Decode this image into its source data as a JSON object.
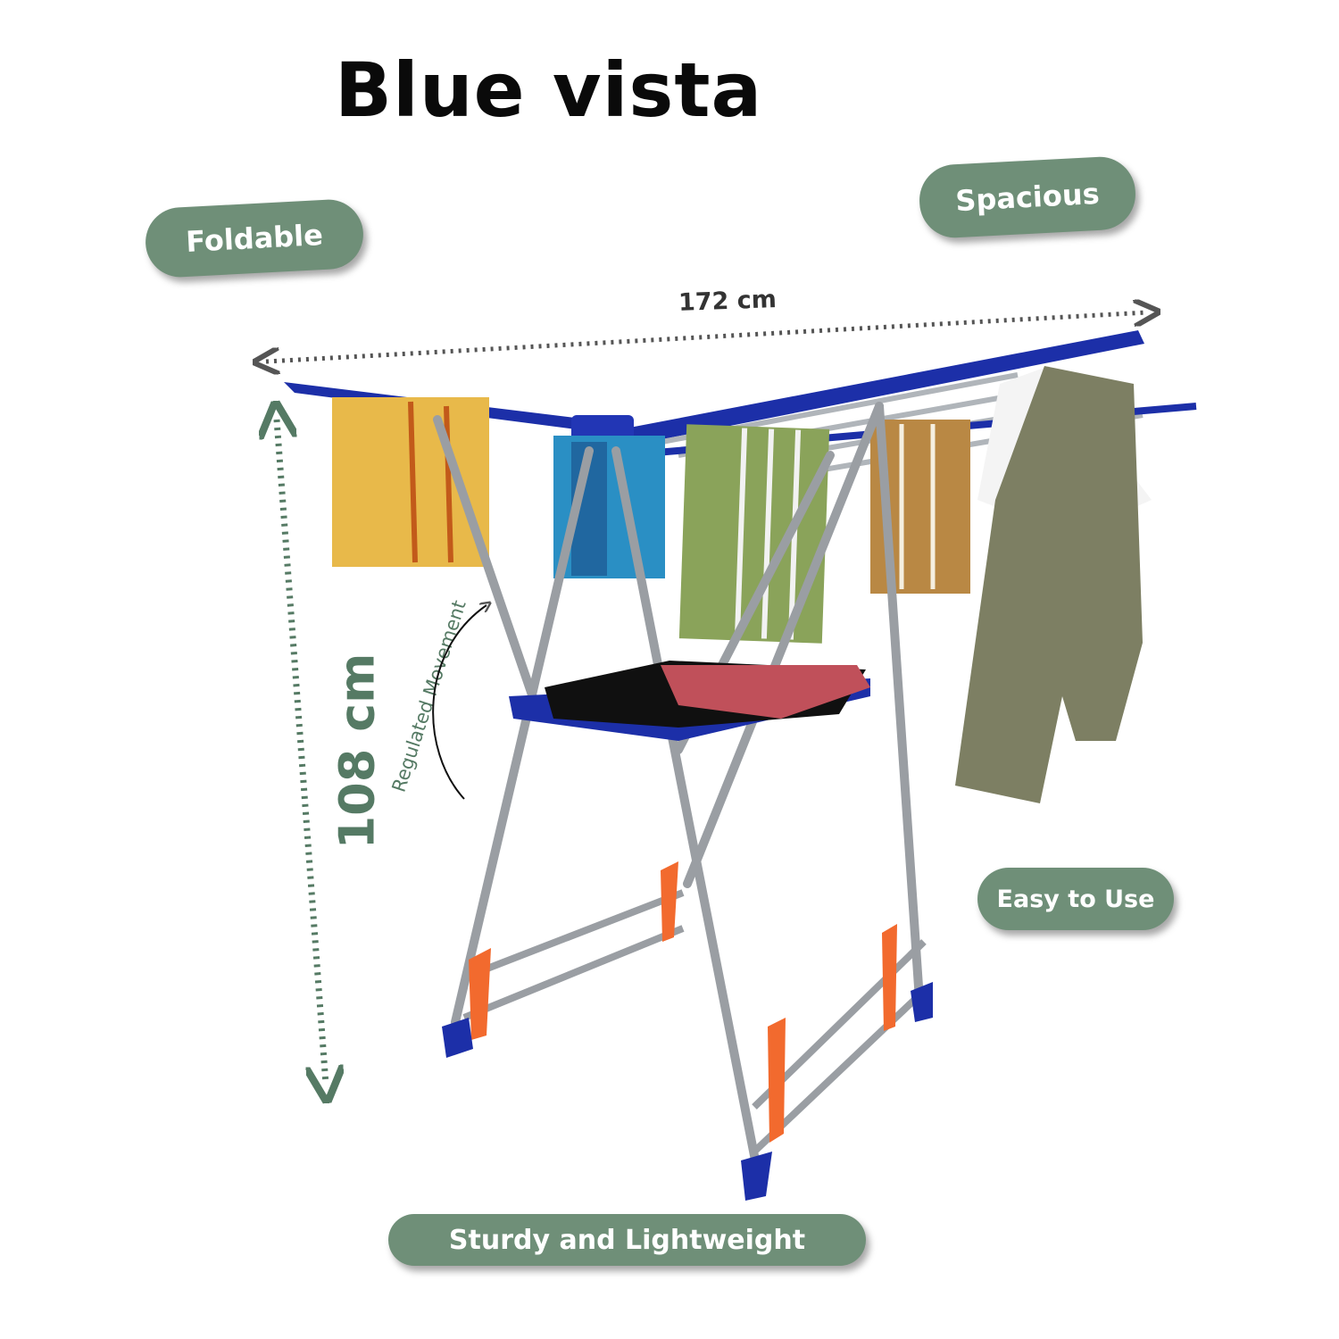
{
  "title": "Blue vista",
  "badges": {
    "foldable": "Foldable",
    "spacious": "Spacious",
    "easy": "Easy to Use",
    "sturdy": "Sturdy and Lightweight"
  },
  "dimensions": {
    "width": "172 cm",
    "height": "108 cm"
  },
  "annotation": "Regulated Movement",
  "colors": {
    "badge": "#6f8f78",
    "frame_blue": "#1c2fa8",
    "steel": "#9a9ea3",
    "clip_orange": "#f26a2e"
  }
}
